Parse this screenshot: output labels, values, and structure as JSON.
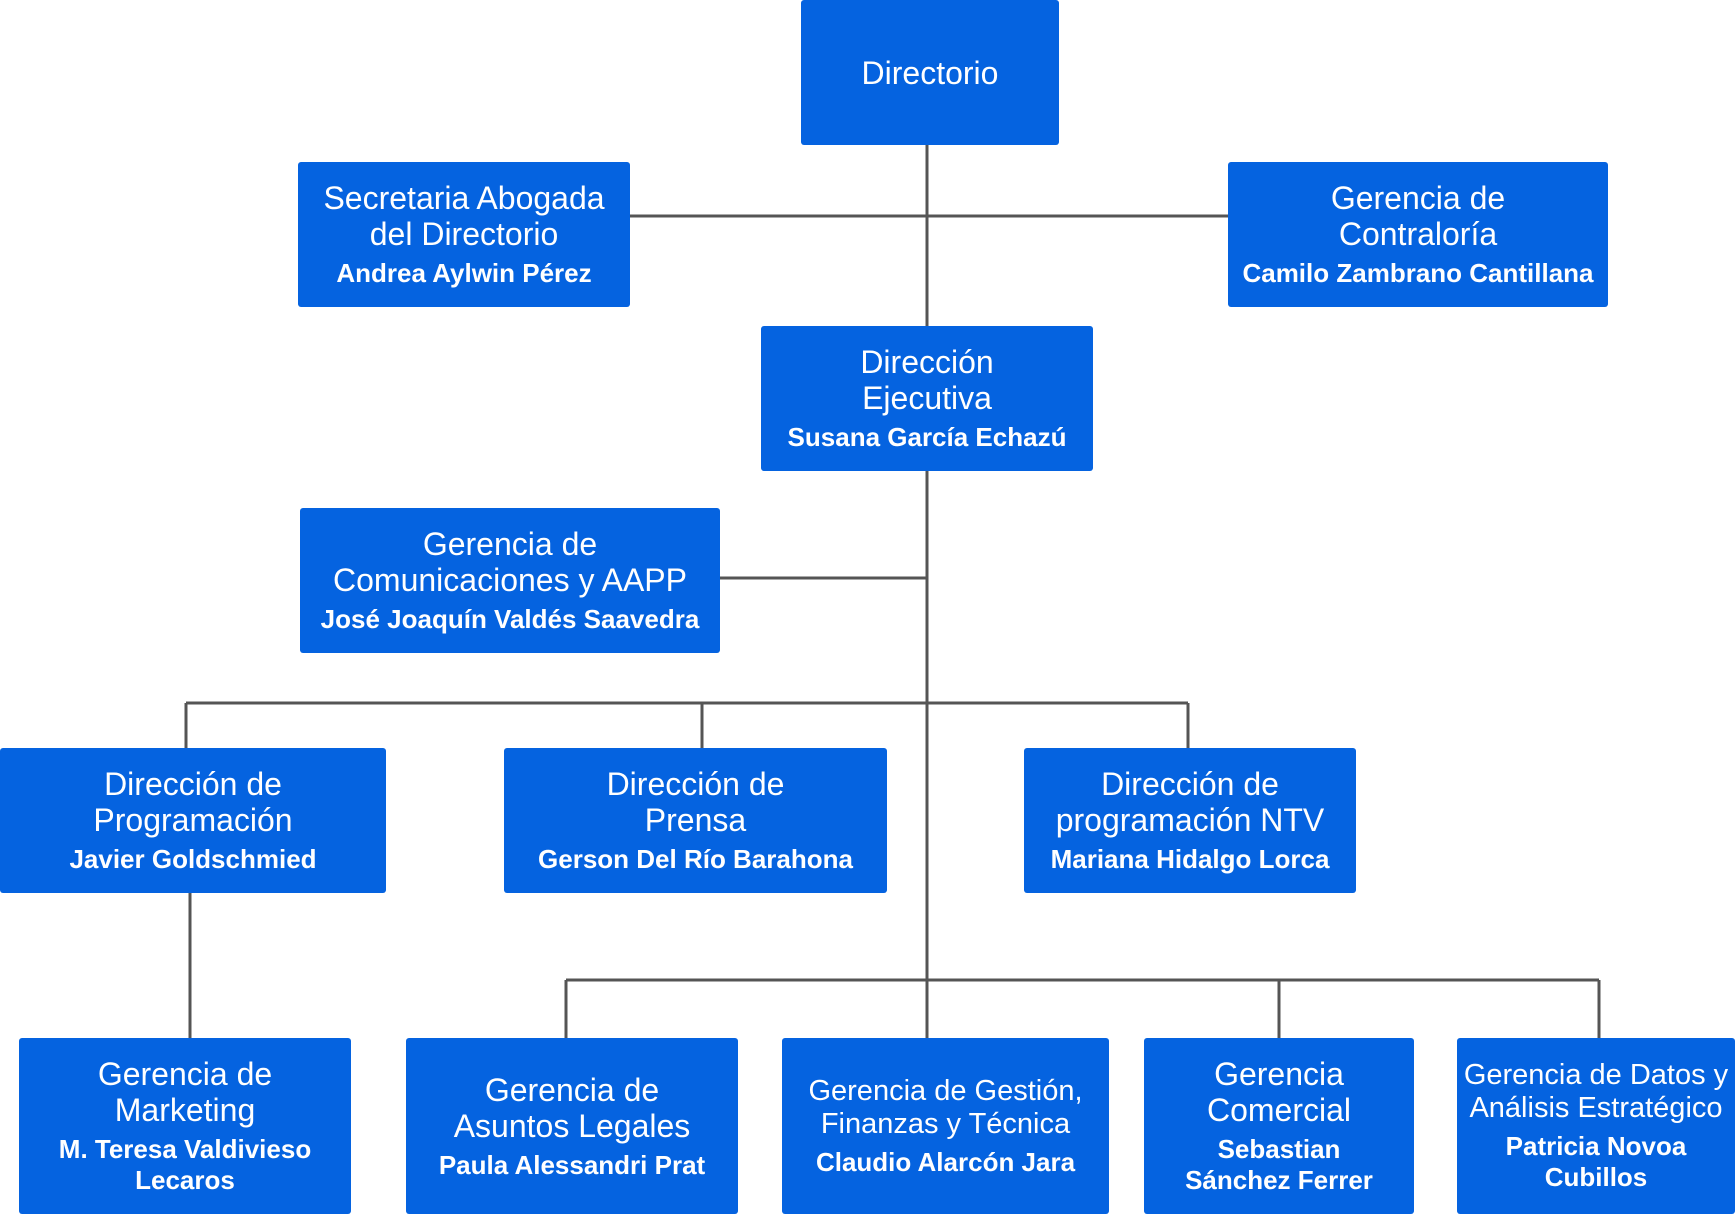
{
  "org": {
    "directorio": {
      "title": "Directorio"
    },
    "secretaria": {
      "title": "Secretaria Abogada\ndel Directorio",
      "person": "Andrea Aylwin Pérez"
    },
    "contraloria": {
      "title": "Gerencia de\nContraloría",
      "person": "Camilo Zambrano Cantillana"
    },
    "ejecutiva": {
      "title": "Dirección\nEjecutiva",
      "person": "Susana García Echazú"
    },
    "comunicaciones": {
      "title": "Gerencia de\nComunicaciones y AAPP",
      "person": "José Joaquín Valdés Saavedra"
    },
    "programacion": {
      "title": "Dirección de\nProgramación",
      "person": "Javier Goldschmied"
    },
    "prensa": {
      "title": "Dirección de\nPrensa",
      "person": "Gerson Del Río Barahona"
    },
    "ntv": {
      "title": "Dirección de\nprogramación NTV",
      "person": "Mariana Hidalgo Lorca"
    },
    "marketing": {
      "title": "Gerencia de\nMarketing",
      "person": "M. Teresa Valdivieso\nLecaros"
    },
    "legales": {
      "title": "Gerencia de\nAsuntos Legales",
      "person": "Paula Alessandri Prat"
    },
    "gestion": {
      "title": "Gerencia de Gestión,\nFinanzas y Técnica",
      "person": "Claudio Alarcón Jara"
    },
    "comercial": {
      "title": "Gerencia\nComercial",
      "person": "Sebastian\nSánchez Ferrer"
    },
    "datos": {
      "title": "Gerencia de Datos y\nAnálisis Estratégico",
      "person": "Patricia Novoa\nCubillos"
    }
  },
  "colors": {
    "box": "#0563e0",
    "line": "#555555",
    "text": "#ffffff"
  }
}
